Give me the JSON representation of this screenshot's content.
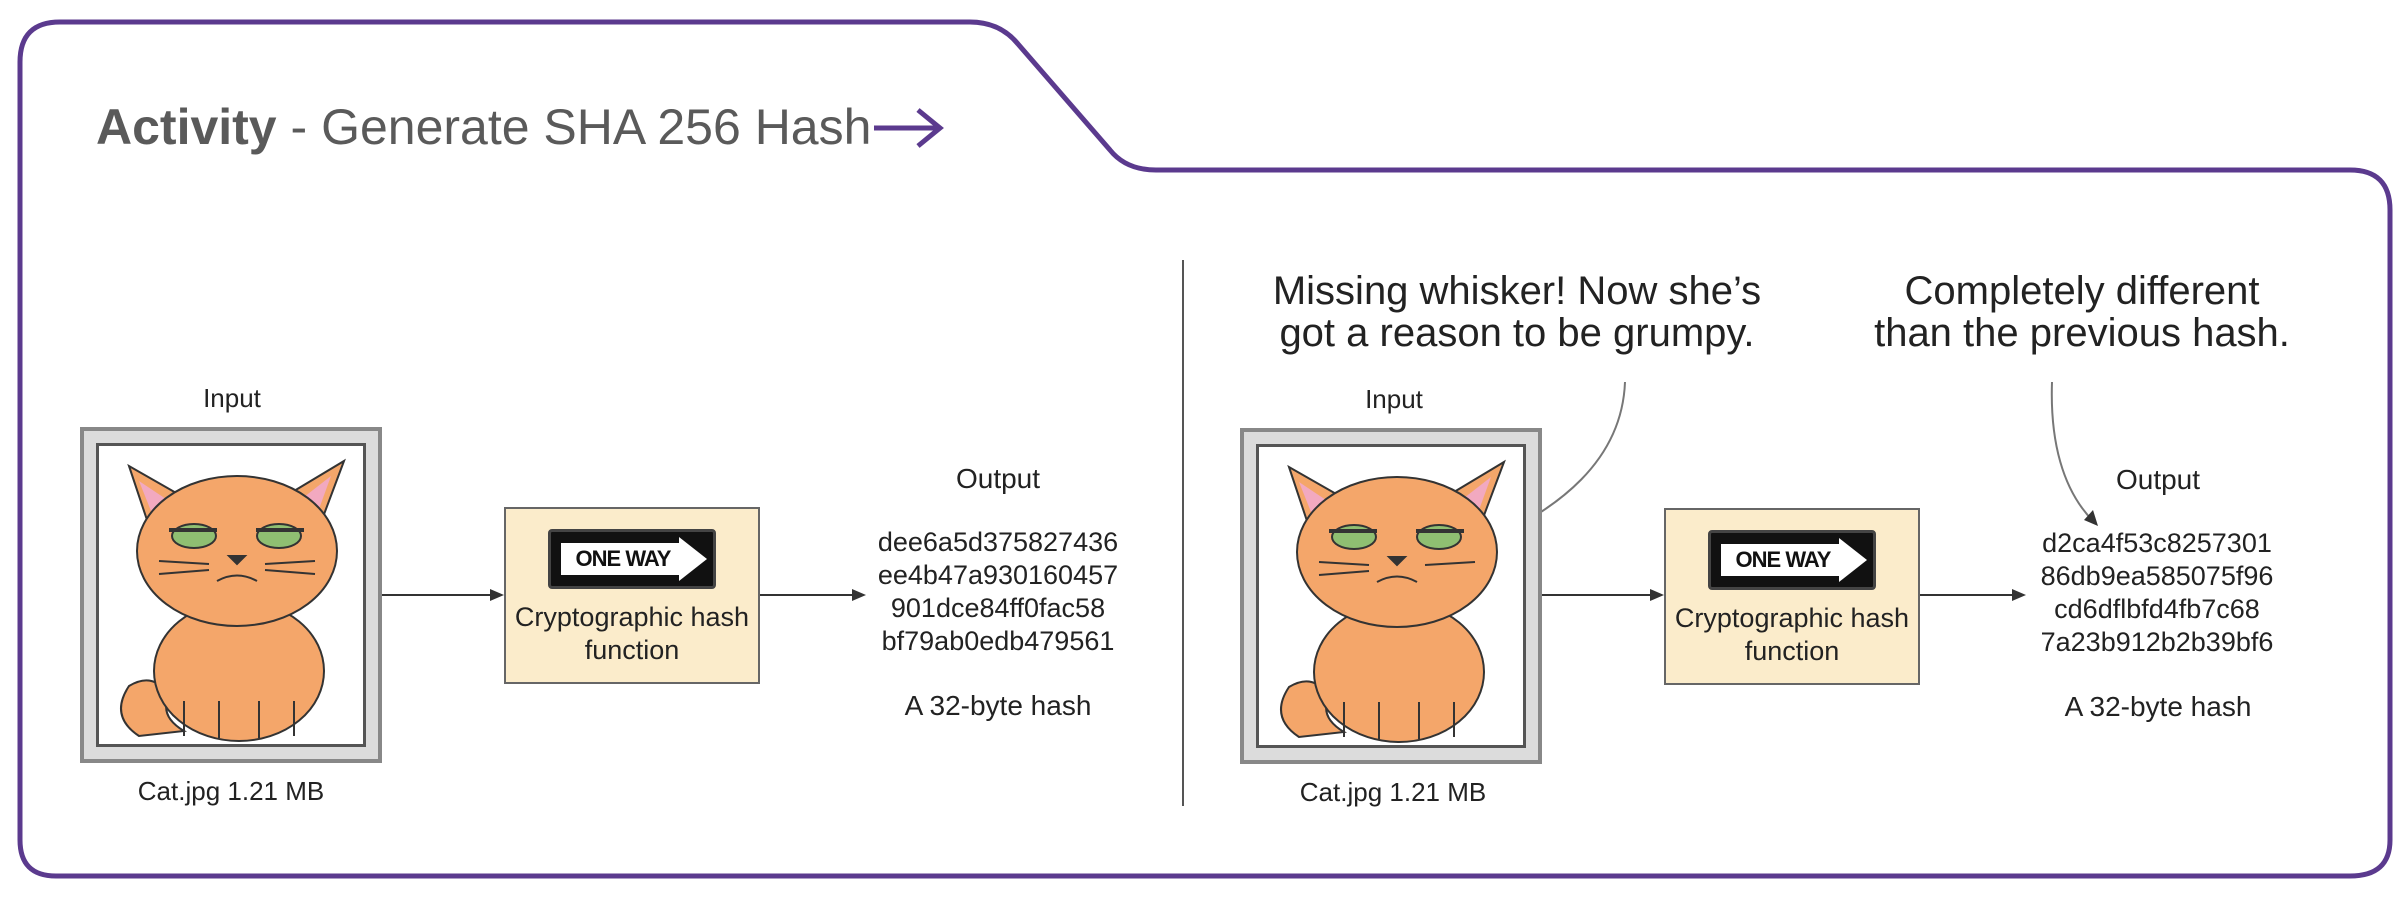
{
  "activity": {
    "label": "Activity",
    "subtitle": "- Generate SHA 256 Hash"
  },
  "left_panel": {
    "input_label": "Input",
    "file_caption": "Cat.jpg 1.21 MB",
    "hash_box": {
      "sign_text": "ONE WAY",
      "label": "Cryptographic hash function"
    },
    "output_label": "Output",
    "hash_lines": [
      "dee6a5d375827436",
      "ee4b47a930160457",
      "901dce84ff0fac58",
      "bf79ab0edb479561"
    ],
    "hash_caption": "A 32-byte hash"
  },
  "right_panel": {
    "input_label": "Input",
    "file_caption": "Cat.jpg 1.21 MB",
    "hash_box": {
      "sign_text": "ONE WAY",
      "label": "Cryptographic hash function"
    },
    "output_label": "Output",
    "hash_lines": [
      "d2ca4f53c8257301",
      "86db9ea585075f96",
      "cd6dflbfd4fb7c68",
      "7a23b912b2b39bf6"
    ],
    "hash_caption": "A 32-byte hash",
    "annotations": {
      "whisker": "Missing whisker! Now she’s got a reason to be grumpy.",
      "different": "Completely different than the previous hash."
    }
  },
  "colors": {
    "frame": "#5b3a8e",
    "hash_box_fill": "#fbeccb",
    "cat_fur": "#f4a66a"
  },
  "icons": [
    "arrow-right-icon",
    "one-way-sign-icon",
    "grumpy-cat-image"
  ]
}
